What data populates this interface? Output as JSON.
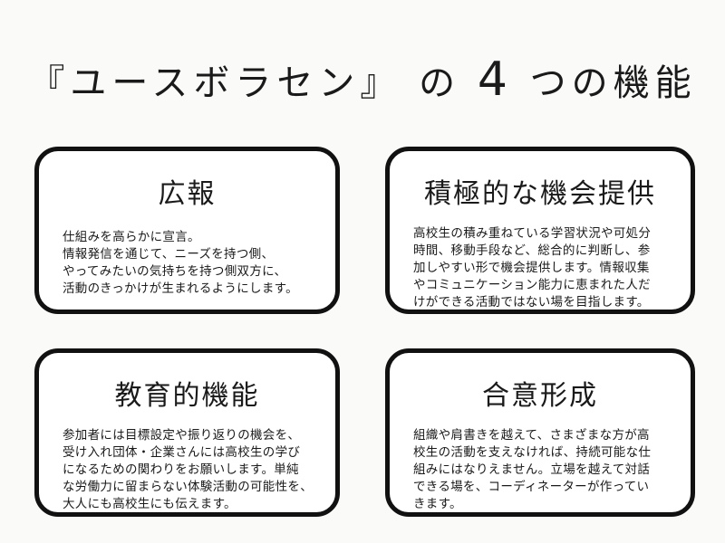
{
  "title": {
    "prefix": "『ユースボラセン』 の",
    "number": "4",
    "suffix": "つの機能"
  },
  "cards": [
    {
      "title": "広報",
      "body": "仕組みを高らかに宣言。\n情報発信を通じて、ニーズを持つ側、\nやってみたいの気持ちを持つ側双方に、\n活動のきっかけが生まれるようにします。"
    },
    {
      "title": "積極的な機会提供",
      "body": "高校生の積み重ねている学習状況や可処分\n時間、移動手段など、総合的に判断し、参\n加しやすい形で機会提供します。情報収集\nやコミュニケーション能力に恵まれた人だ\nけができる活動ではない場を目指します。"
    },
    {
      "title": "教育的機能",
      "body": "参加者には目標設定や振り返りの機会を、\n受け入れ団体・企業さんには高校生の学び\nになるための関わりをお願いします。単純\nな労働力に留まらない体験活動の可能性を、\n大人にも高校生にも伝えます。"
    },
    {
      "title": "合意形成",
      "body": "組織や肩書きを越えて、さまざまな方が高\n校生の活動を支えなければ、持続可能な仕\n組みにはなりえません。立場を越えて対話\nできる場を、コーディネーターが作ってい\nきます。"
    }
  ]
}
